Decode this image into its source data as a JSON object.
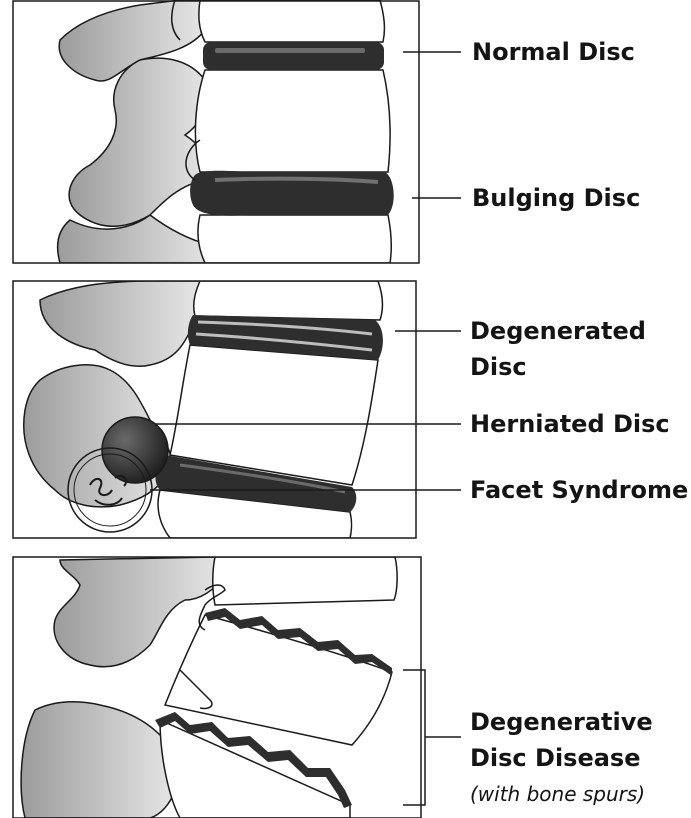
{
  "panels": [
    {
      "id": "top",
      "labels": [
        {
          "key": "normal_disc",
          "lines": [
            "Normal Disc"
          ]
        },
        {
          "key": "bulging_disc",
          "lines": [
            "Bulging Disc"
          ]
        }
      ]
    },
    {
      "id": "middle",
      "labels": [
        {
          "key": "degenerated_disc",
          "lines": [
            "Degenerated",
            "Disc"
          ]
        },
        {
          "key": "herniated_disc",
          "lines": [
            "Herniated Disc"
          ]
        },
        {
          "key": "facet_syndrome",
          "lines": [
            "Facet Syndrome"
          ]
        }
      ]
    },
    {
      "id": "bottom",
      "labels": [
        {
          "key": "degenerative_disc_disease",
          "lines": [
            "Degenerative",
            "Disc Disease"
          ],
          "note": "(with bone spurs)"
        }
      ]
    }
  ],
  "colors": {
    "bone_shade": "#bdbdbd",
    "disc": "#2e2e2e",
    "outline": "#1a1a1a"
  }
}
